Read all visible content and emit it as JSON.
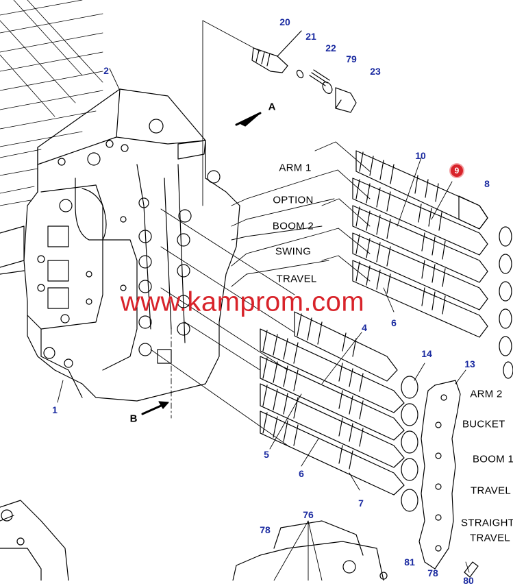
{
  "watermark": "www.kamprom.com",
  "highlight_part": "9",
  "highlight_color": "#d8232a",
  "number_color": "#1a2aa0",
  "views": {
    "a": "A",
    "b": "B"
  },
  "section_labels": {
    "arm1": "ARM 1",
    "option": "OPTION",
    "boom2": "BOOM 2",
    "swing": "SWING",
    "travel_upper": "TRAVEL",
    "arm2": "ARM 2",
    "bucket": "BUCKET",
    "boom1": "BOOM 1",
    "travel_lower": "TRAVEL",
    "straight": "STRAIGHT",
    "straight_travel": "TRAVEL"
  },
  "part_numbers": {
    "p20": "20",
    "p21": "21",
    "p22": "22",
    "p79": "79",
    "p23": "23",
    "p2": "2",
    "p10": "10",
    "p8": "8",
    "p6a": "6",
    "p4": "4",
    "p14": "14",
    "p13": "13",
    "p1": "1",
    "p5": "5",
    "p6b": "6",
    "p7": "7",
    "p76": "76",
    "p78a": "78",
    "p81": "81",
    "p78b": "78",
    "p80": "80"
  }
}
